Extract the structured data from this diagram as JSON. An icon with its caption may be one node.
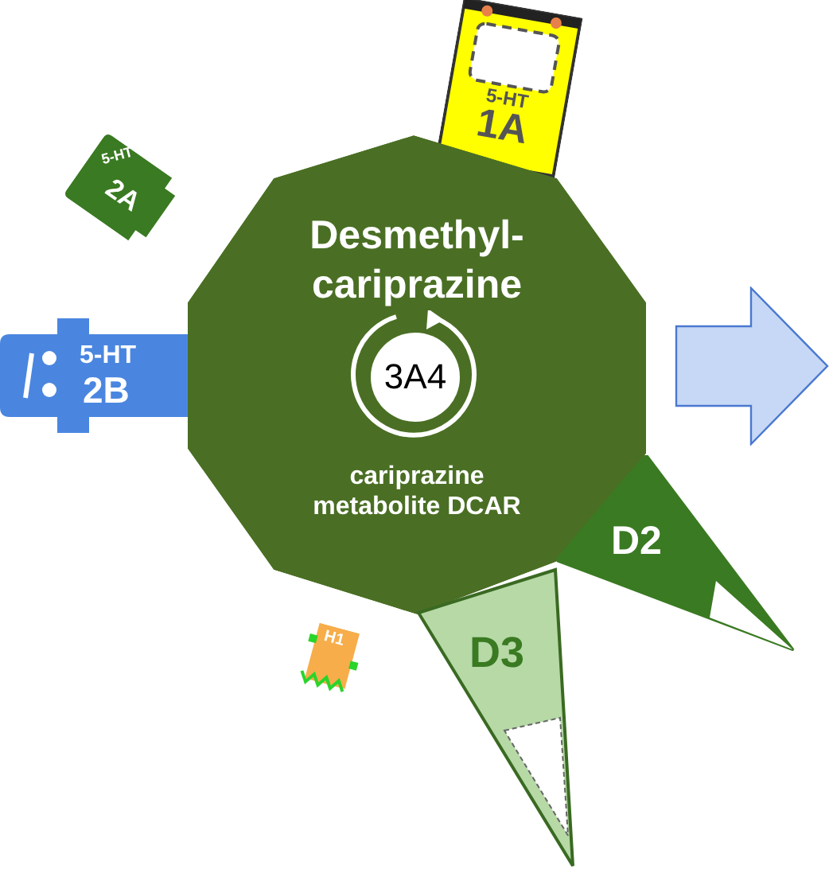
{
  "diagram": {
    "nodes": [
      {
        "text": [
          "Desmethyl-cariprazine",
          "cariprazine metabolite DCAR"
        ]
      },
      {
        "text": [
          "3A4"
        ],
        "in": 0
      },
      {
        "text": [
          "5-HT",
          "1A"
        ]
      },
      {
        "text": [
          "5-HT",
          "2A"
        ]
      },
      {
        "text": [
          "5-HT",
          "2B"
        ]
      },
      {
        "text": [
          "H1"
        ]
      },
      {
        "text": [
          "D2"
        ]
      },
      {
        "text": [
          "D3"
        ]
      },
      {
        "text": [],
        "shape": "triangle",
        "in": 7
      }
    ]
  }
}
